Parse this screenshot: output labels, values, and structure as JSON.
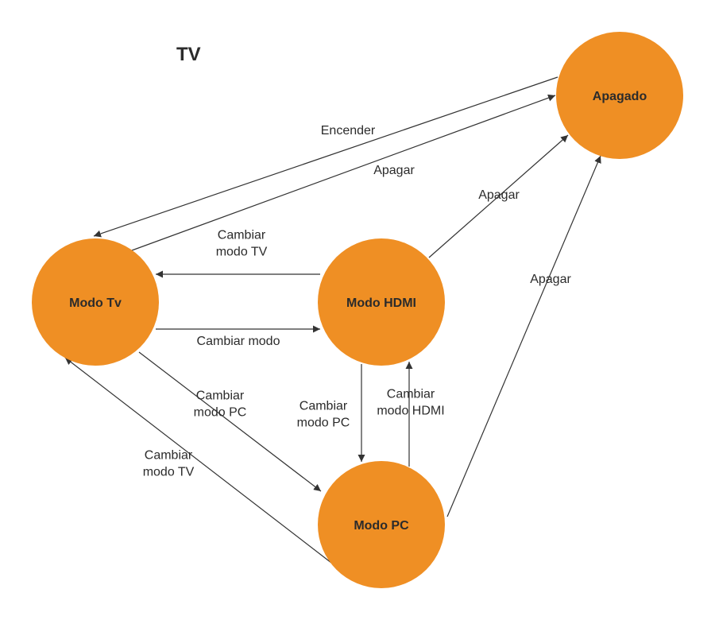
{
  "title": "TV",
  "colors": {
    "node_fill": "#EF8F24",
    "edge": "#333333",
    "text": "#2B2B2B"
  },
  "nodes": [
    {
      "id": "apagado",
      "label": "Apagado"
    },
    {
      "id": "tv",
      "label": "Modo Tv"
    },
    {
      "id": "hdmi",
      "label": "Modo HDMI"
    },
    {
      "id": "pc",
      "label": "Modo PC"
    }
  ],
  "edges": [
    {
      "id": "apagado-to-tv",
      "from": "apagado",
      "to": "tv",
      "label": [
        "Encender"
      ]
    },
    {
      "id": "tv-to-apagado",
      "from": "tv",
      "to": "apagado",
      "label": [
        "Apagar"
      ]
    },
    {
      "id": "hdmi-to-apagado",
      "from": "hdmi",
      "to": "apagado",
      "label": [
        "Apagar"
      ]
    },
    {
      "id": "pc-to-apagado",
      "from": "pc",
      "to": "apagado",
      "label": [
        "Apagar"
      ]
    },
    {
      "id": "hdmi-to-tv",
      "from": "hdmi",
      "to": "tv",
      "label": [
        "Cambiar",
        "modo TV"
      ]
    },
    {
      "id": "tv-to-hdmi",
      "from": "tv",
      "to": "hdmi",
      "label": [
        "Cambiar modo"
      ]
    },
    {
      "id": "tv-to-pc",
      "from": "tv",
      "to": "pc",
      "label": [
        "Cambiar",
        "modo PC"
      ]
    },
    {
      "id": "pc-to-tv",
      "from": "pc",
      "to": "tv",
      "label": [
        "Cambiar",
        "modo TV"
      ]
    },
    {
      "id": "hdmi-to-pc",
      "from": "hdmi",
      "to": "pc",
      "label": [
        "Cambiar",
        "modo PC"
      ]
    },
    {
      "id": "pc-to-hdmi",
      "from": "pc",
      "to": "hdmi",
      "label": [
        "Cambiar",
        "modo HDMI"
      ]
    }
  ]
}
